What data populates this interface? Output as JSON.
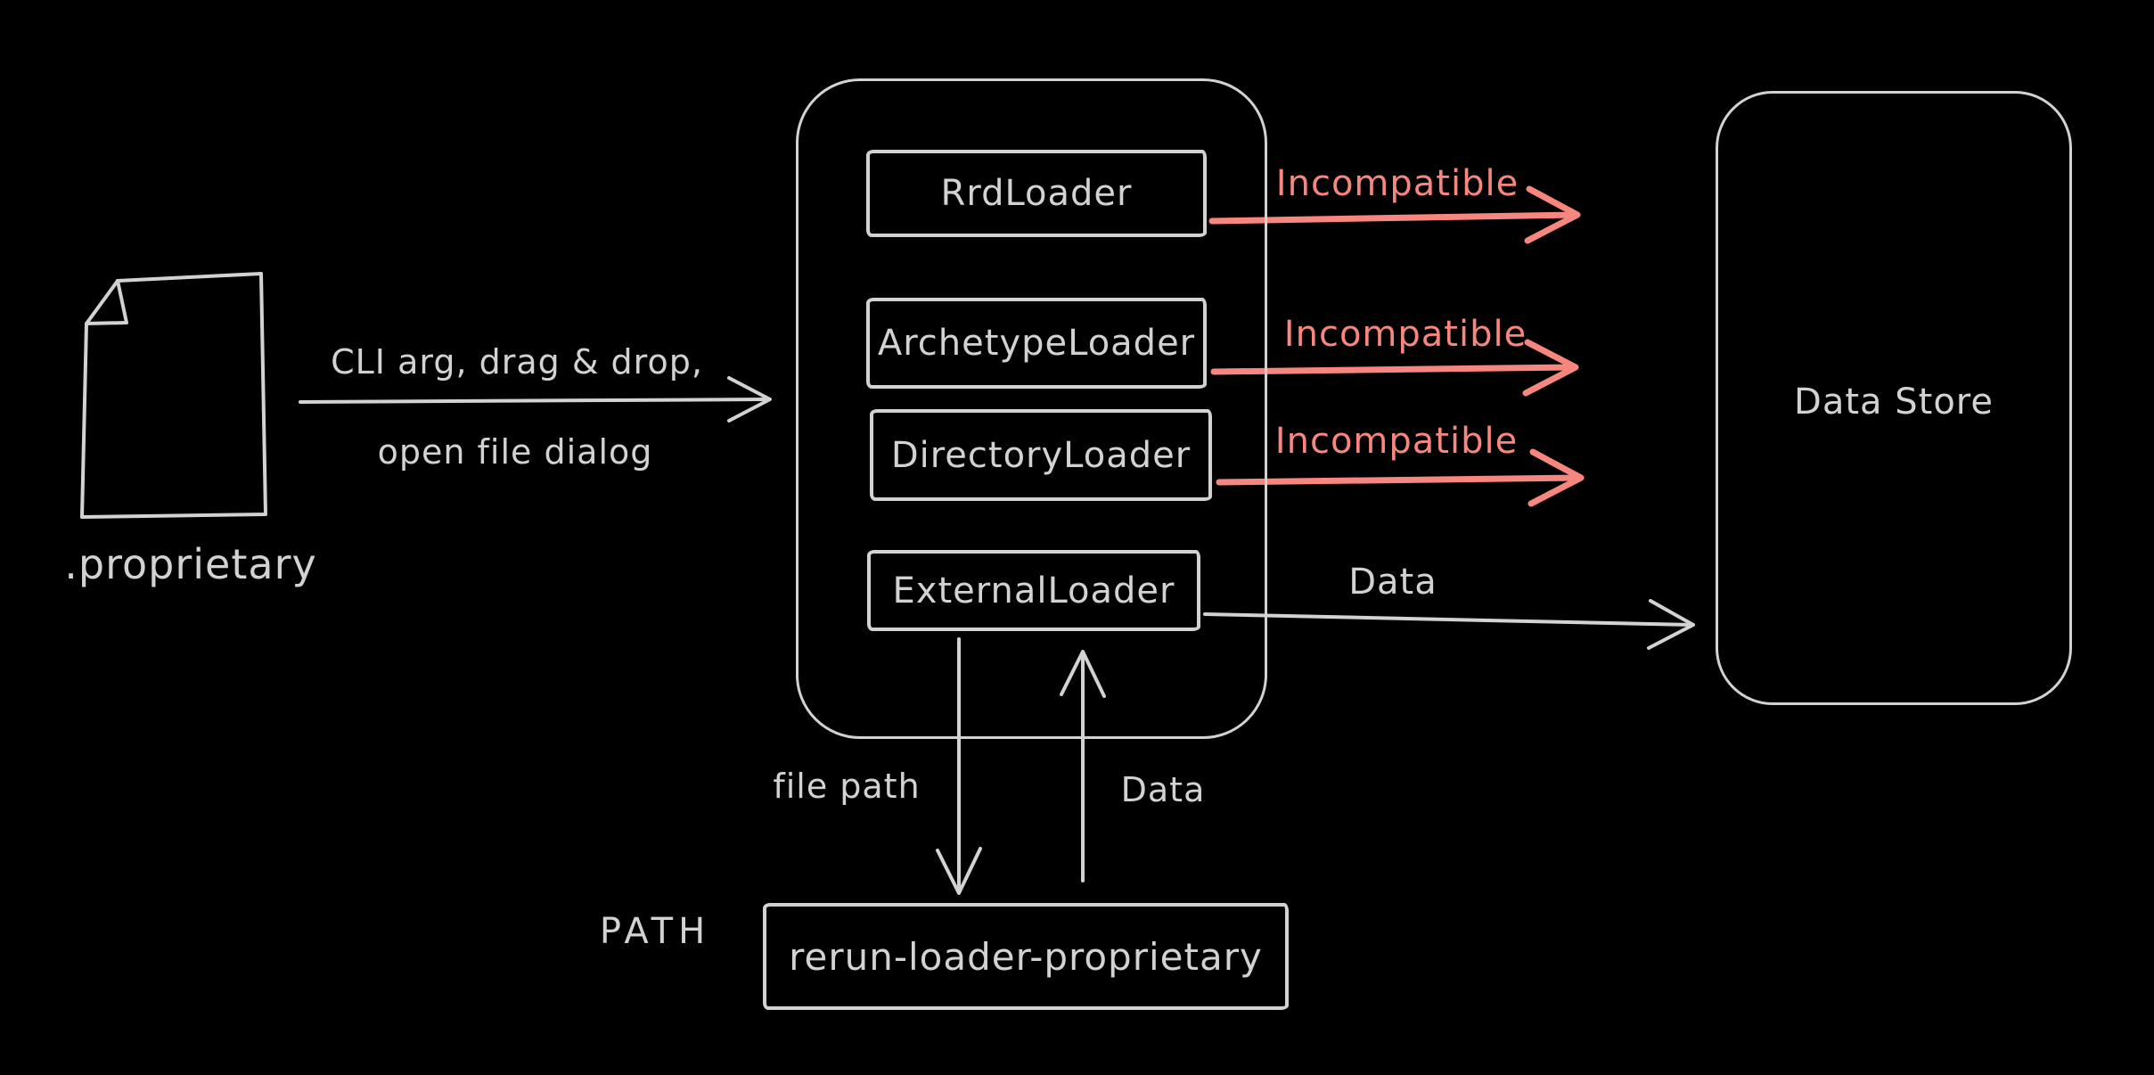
{
  "diagram": {
    "source_file": {
      "label": ".proprietary"
    },
    "input_flow": {
      "label_line1": "CLI arg, drag & drop,",
      "label_line2": "open file dialog"
    },
    "loaders": [
      {
        "label": "RrdLoader"
      },
      {
        "label": "ArchetypeLoader"
      },
      {
        "label": "DirectoryLoader"
      },
      {
        "label": "ExternalLoader"
      }
    ],
    "incompatible": {
      "label": "Incompatible"
    },
    "data_store": {
      "label": "Data Store"
    },
    "data_to_store": {
      "label": "Data"
    },
    "file_path_flow": {
      "label": "file path"
    },
    "data_return_flow": {
      "label": "Data"
    },
    "env": {
      "path_label": "PATH",
      "binary_label": "rerun-loader-proprietary"
    }
  },
  "colors": {
    "background": "#000000",
    "stroke": "#d2d2d2",
    "accent_red": "#f6867e"
  }
}
